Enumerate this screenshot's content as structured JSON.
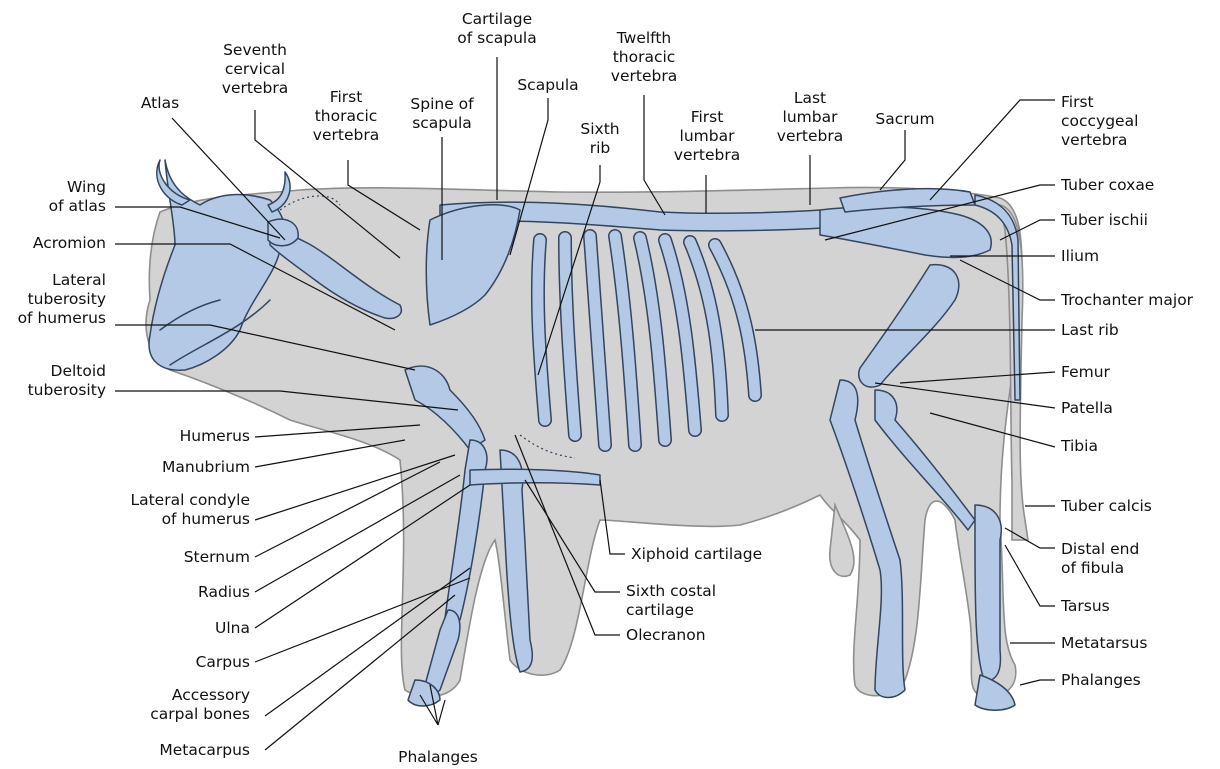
{
  "colors": {
    "bone": "#b3c9e6",
    "bone_outline": "#33455f",
    "body": "#d3d3d3",
    "body_outline": "#8e8e8e",
    "leader": "#111111"
  },
  "labels": {
    "cartilage_of_scapula": "Cartilage\nof scapula",
    "seventh_cervical_vertebra": "Seventh\ncervical\nvertebra",
    "twelfth_thoracic_vertebra": "Twelfth\nthoracic\nvertebra",
    "atlas": "Atlas",
    "first_thoracic_vertebra": "First\nthoracic\nvertebra",
    "spine_of_scapula": "Spine of\nscapula",
    "scapula": "Scapula",
    "sixth_rib": "Sixth\nrib",
    "first_lumbar_vertebra": "First\nlumbar\nvertebra",
    "last_lumbar_vertebra": "Last\nlumbar\nvertebra",
    "sacrum": "Sacrum",
    "first_coccygeal_vertebra": "First\ncoccygeal\nvertebra",
    "wing_of_atlas": "Wing\nof atlas",
    "tuber_coxae": "Tuber coxae",
    "tuber_ischii": "Tuber ischii",
    "acromion": "Acromion",
    "ilium": "Ilium",
    "lateral_tuberosity_of_humerus": "Lateral\ntuberosity\nof humerus",
    "trochanter_major": "Trochanter major",
    "last_rib": "Last rib",
    "deltoid_tuberosity": "Deltoid\ntuberosity",
    "femur": "Femur",
    "patella": "Patella",
    "humerus": "Humerus",
    "tibia": "Tibia",
    "manubrium": "Manubrium",
    "lateral_condyle_of_humerus": "Lateral condyle\nof humerus",
    "tuber_calcis": "Tuber calcis",
    "sternum": "Sternum",
    "distal_end_of_fibula": "Distal end\nof fibula",
    "xiphoid_cartilage": "Xiphoid cartilage",
    "radius": "Radius",
    "sixth_costal_cartilage": "Sixth costal\ncartilage",
    "tarsus": "Tarsus",
    "ulna": "Ulna",
    "olecranon": "Olecranon",
    "carpus": "Carpus",
    "metatarsus": "Metatarsus",
    "accessory_carpal_bones": "Accessory\ncarpal bones",
    "phalanges_hind": "Phalanges",
    "metacarpus": "Metacarpus",
    "phalanges_fore": "Phalanges"
  }
}
